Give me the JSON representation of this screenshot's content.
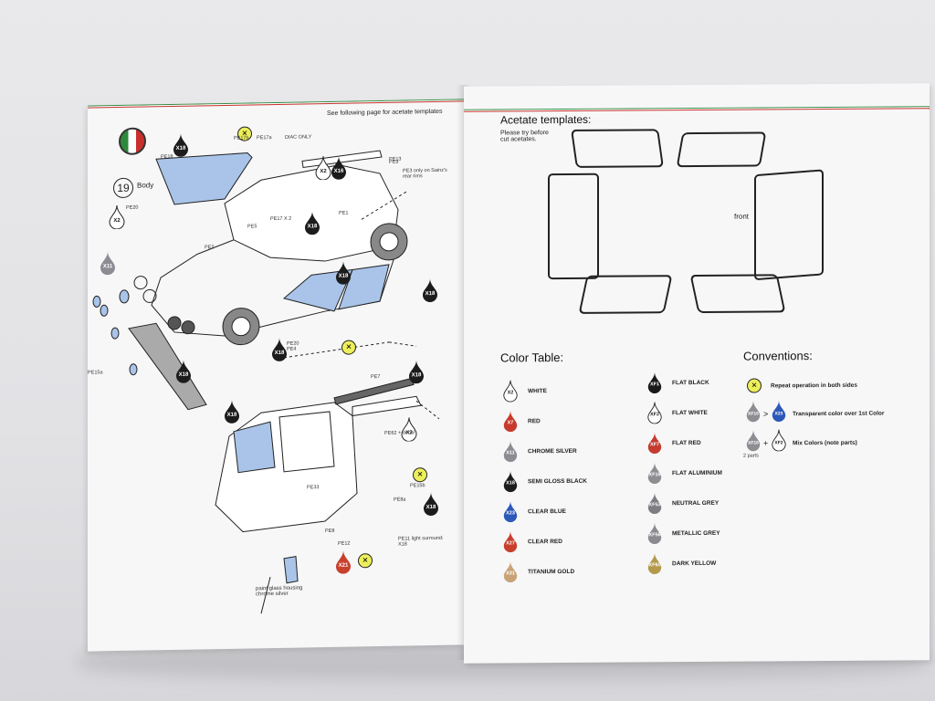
{
  "left_page": {
    "header_note": "See following page for acetate templates",
    "step_number": "19",
    "step_label": "Body",
    "labels": [
      "PE17b",
      "PE17a",
      "PE18",
      "PE9",
      "PE3 only on Sainz's rear rims",
      "PE1",
      "PE5",
      "PE17 X 2",
      "PE7",
      "PE62 + decal",
      "PE15b",
      "PE8a",
      "PE11 light surround: X18",
      "PE12",
      "PE15a",
      "PE8",
      "PE20",
      "DIAC ONLY",
      "PE33",
      "PE20 PE4",
      "PE2",
      "PE13"
    ],
    "footer_note": "paint glass housing chrome silver",
    "drops": [
      "X18",
      "X2",
      "X16",
      "X2",
      "X18",
      "X11",
      "X18",
      "X18",
      "X18",
      "X18",
      "X18",
      "X18",
      "X2",
      "X18",
      "X21"
    ]
  },
  "right_page": {
    "acetate_title": "Acetate templates:",
    "acetate_note": "Please try before cut acetates.",
    "front_label": "front",
    "color_table_title": "Color Table:",
    "conventions_title": "Conventions:",
    "colors_left": [
      {
        "code": "X2",
        "name": "WHITE",
        "color": "#ffffff",
        "text": "#222"
      },
      {
        "code": "X7",
        "name": "RED",
        "color": "#c83a2c",
        "text": "#fff"
      },
      {
        "code": "X11",
        "name": "CHROME SILVER",
        "color": "#8c8c93",
        "text": "#fff"
      },
      {
        "code": "X18",
        "name": "SEMI GLOSS BLACK",
        "color": "#1c1c1c",
        "text": "#fff"
      },
      {
        "code": "X23",
        "name": "CLEAR BLUE",
        "color": "#2c58b8",
        "text": "#fff"
      },
      {
        "code": "X27",
        "name": "CLEAR RED",
        "color": "#c8402c",
        "text": "#fff"
      },
      {
        "code": "X31",
        "name": "TITANIUM GOLD",
        "color": "#c9a277",
        "text": "#fff"
      }
    ],
    "colors_right": [
      {
        "code": "XF1",
        "name": "FLAT BLACK",
        "color": "#1a1a1a",
        "text": "#fff"
      },
      {
        "code": "XF2",
        "name": "FLAT WHITE",
        "color": "#ffffff",
        "text": "#222"
      },
      {
        "code": "XF7",
        "name": "FLAT RED",
        "color": "#c53b2e",
        "text": "#fff"
      },
      {
        "code": "XF16",
        "name": "FLAT ALUMINIUM",
        "color": "#8d8d92",
        "text": "#fff"
      },
      {
        "code": "XF53",
        "name": "NEUTRAL GREY",
        "color": "#7d7d82",
        "text": "#fff"
      },
      {
        "code": "XF56",
        "name": "METALLIC GREY",
        "color": "#8a8a90",
        "text": "#fff"
      },
      {
        "code": "XF60",
        "name": "DARK YELLOW",
        "color": "#b39a4a",
        "text": "#fff"
      }
    ],
    "conventions": [
      {
        "text": "Repeat operation in both sides"
      },
      {
        "text": "Transparent color over 1st Color",
        "a": "XF16",
        "b": "X23"
      },
      {
        "text": "Mix Colors (note parts)",
        "a": "XF16",
        "b": "XF2",
        "parts": "2 parts"
      }
    ]
  },
  "colors": {
    "green": "#2d8a3d",
    "white": "#ffffff",
    "red": "#c9302c",
    "yellow": "#ecef5a",
    "blue_glass": "#a9c4e8"
  }
}
